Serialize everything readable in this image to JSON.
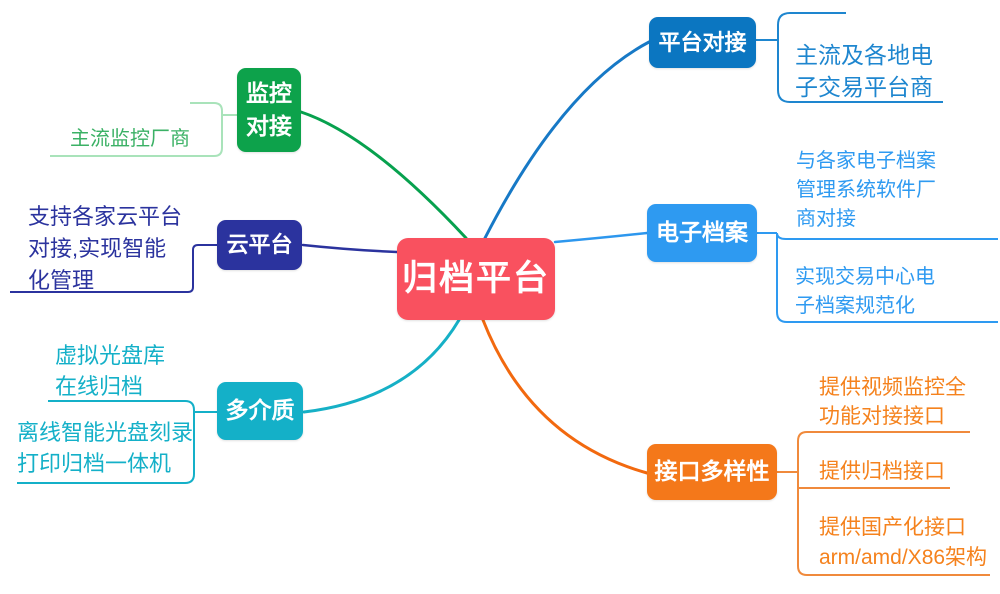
{
  "center": {
    "label": "归档平台",
    "color": "#f9515f"
  },
  "branches": [
    {
      "name": "monitor",
      "label_lines": [
        "监控",
        "对接"
      ],
      "node_color": "#0da24b",
      "curve_color": "#07a14e",
      "text_color": "#3bb165",
      "bracket_color": "#a9e3ba",
      "children": [
        {
          "lines": [
            "主流监控厂商"
          ]
        }
      ]
    },
    {
      "name": "cloud",
      "label_lines": [
        "云平台"
      ],
      "node_color": "#2b339e",
      "curve_color": "#2b339e",
      "text_color": "#2b339e",
      "bracket_color": "#2b339e",
      "children": [
        {
          "lines": [
            "支持各家云平台",
            "对接,实现智能",
            "化管理"
          ]
        }
      ]
    },
    {
      "name": "media",
      "label_lines": [
        "多介质"
      ],
      "node_color": "#14b0c8",
      "curve_color": "#16b0c6",
      "text_color": "#14b0c8",
      "bracket_color": "#14b0c8",
      "children": [
        {
          "lines": [
            "虚拟光盘库",
            "在线归档"
          ]
        },
        {
          "lines": [
            "离线智能光盘刻录",
            "打印归档一体机"
          ]
        }
      ]
    },
    {
      "name": "platform",
      "label_lines": [
        "平台对接"
      ],
      "node_color": "#0b76c1",
      "curve_color": "#1779c6",
      "text_color": "#1e86cf",
      "bracket_color": "#1e86cf",
      "children": [
        {
          "lines": [
            "主流及各地电",
            "子交易平台商"
          ]
        }
      ]
    },
    {
      "name": "archive",
      "label_lines": [
        "电子档案"
      ],
      "node_color": "#2e9af1",
      "curve_color": "#2d97ee",
      "text_color": "#2e9af1",
      "bracket_color": "#2e9af1",
      "children": [
        {
          "lines": [
            "与各家电子档案",
            "管理系统软件厂",
            "商对接"
          ]
        },
        {
          "lines": [
            "实现交易中心电",
            "子档案规范化"
          ]
        }
      ]
    },
    {
      "name": "interface",
      "label_lines": [
        "接口多样性"
      ],
      "node_color": "#f4781a",
      "curve_color": "#f2690f",
      "text_color": "#f5821d",
      "bracket_color": "#f08a3c",
      "children": [
        {
          "lines": [
            "提供视频监控全",
            "功能对接接口"
          ]
        },
        {
          "lines": [
            "提供归档接口"
          ]
        },
        {
          "lines": [
            "提供国产化接口",
            "arm/amd/X86架构"
          ]
        }
      ]
    }
  ]
}
